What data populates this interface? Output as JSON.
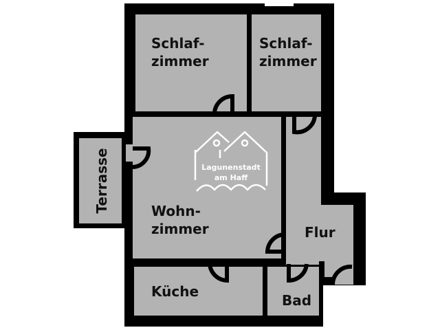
{
  "floorplan": {
    "colors": {
      "room": "#b3b3b3",
      "wall": "#000000",
      "background": "#ffffff",
      "logo": "#ffffff"
    },
    "rooms": [
      {
        "id": "schlafzimmer-1",
        "line1": "Schlaf-",
        "line2": "zimmer"
      },
      {
        "id": "schlafzimmer-2",
        "line1": "Schlaf-",
        "line2": "zimmer"
      },
      {
        "id": "terrasse",
        "label": "Terrasse"
      },
      {
        "id": "wohnzimmer",
        "line1": "Wohn-",
        "line2": "zimmer"
      },
      {
        "id": "flur",
        "label": "Flur"
      },
      {
        "id": "kueche",
        "label": "Küche"
      },
      {
        "id": "bad",
        "label": "Bad"
      }
    ],
    "logo": {
      "line1": "Lagunenstadt",
      "line2": "am Haff",
      "icon": "two-houses-waves-icon"
    }
  }
}
